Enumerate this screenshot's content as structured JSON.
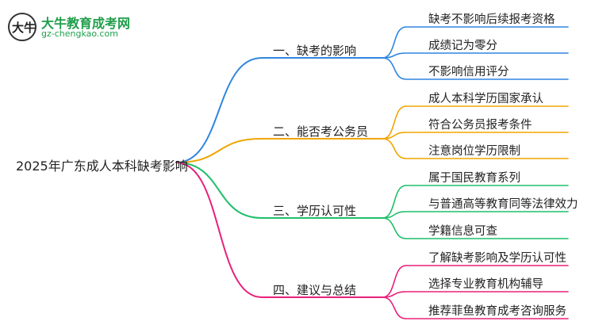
{
  "logo": {
    "glyph": "大牛",
    "name": "大牛教育成考网",
    "url": "gz-chengkao.com"
  },
  "root": {
    "label": "2025年广东成人本科缺考影响"
  },
  "branches": [
    {
      "label": "一、缺考的影响",
      "color": "#2f86e0",
      "leaves": [
        "缺考不影响后续报考资格",
        "成绩记为零分",
        "不影响信用评分"
      ]
    },
    {
      "label": "二、能否考公务员",
      "color": "#f0a500",
      "leaves": [
        "成人本科学历国家承认",
        "符合公务员报考条件",
        "注意岗位学历限制"
      ]
    },
    {
      "label": "三、学历认可性",
      "color": "#1fbf6a",
      "leaves": [
        "属于国民教育系列",
        "与普通高等教育同等法律效力",
        "学籍信息可查"
      ]
    },
    {
      "label": "四、建议与总结",
      "color": "#e8207a",
      "leaves": [
        "了解缺考影响及学历认可性",
        "选择专业教育机构辅导",
        "推荐菲鱼教育成考咨询服务"
      ]
    }
  ]
}
